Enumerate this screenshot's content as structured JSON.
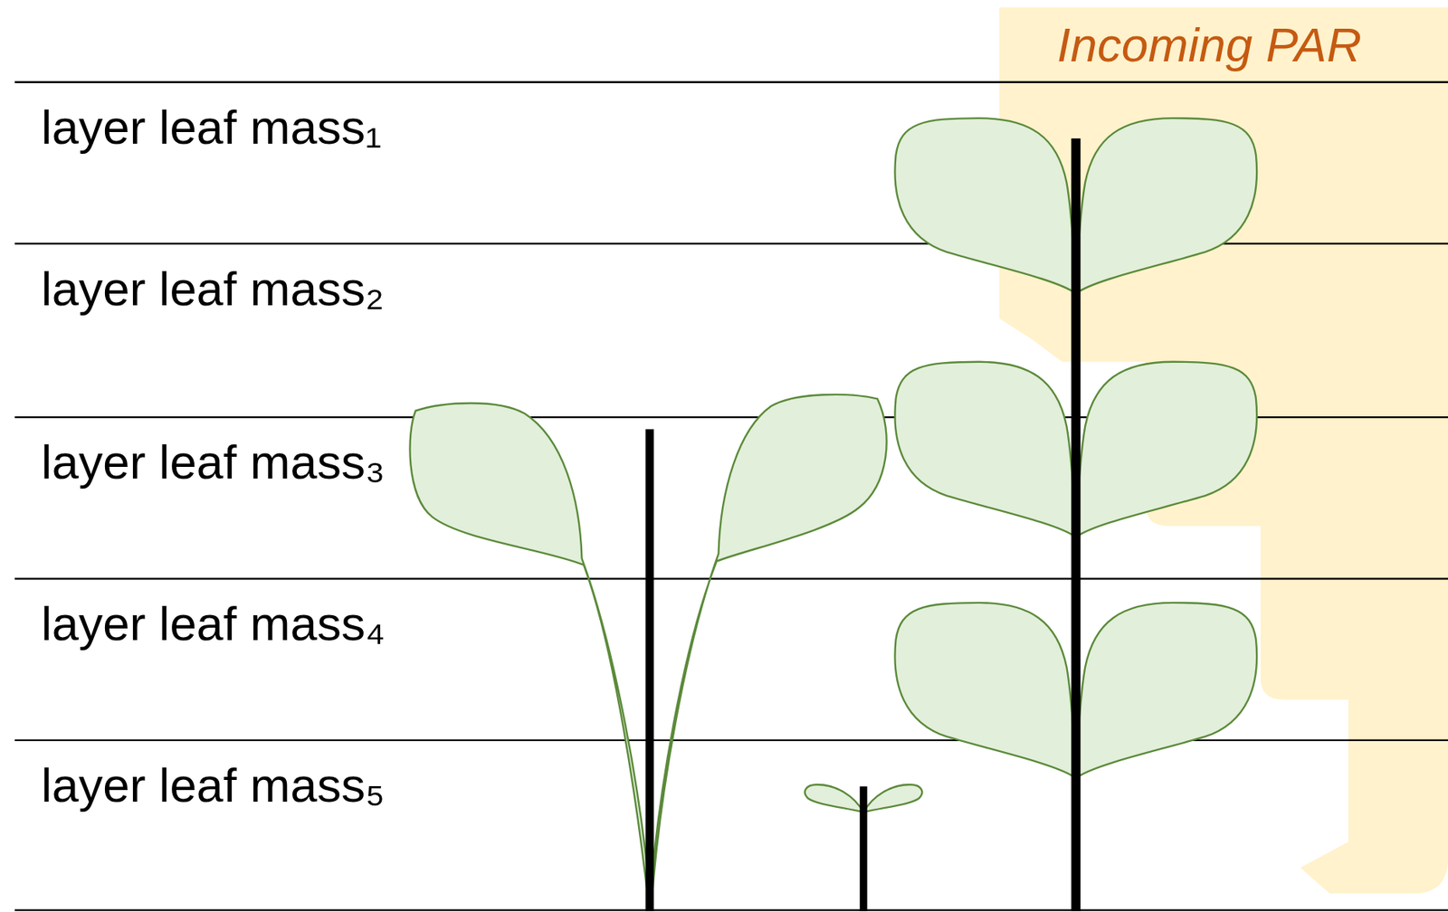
{
  "diagram": {
    "nodes": [
      {
        "text": [
          "layer leaf mass₁"
        ]
      },
      {
        "text": [
          "layer leaf mass₂"
        ]
      },
      {
        "text": [
          "layer leaf mass₃"
        ]
      },
      {
        "text": [
          "layer leaf mass₄"
        ]
      },
      {
        "text": [
          "layer leaf mass₅"
        ]
      }
    ],
    "edges": [],
    "labels": [
      "Incoming PAR"
    ]
  }
}
